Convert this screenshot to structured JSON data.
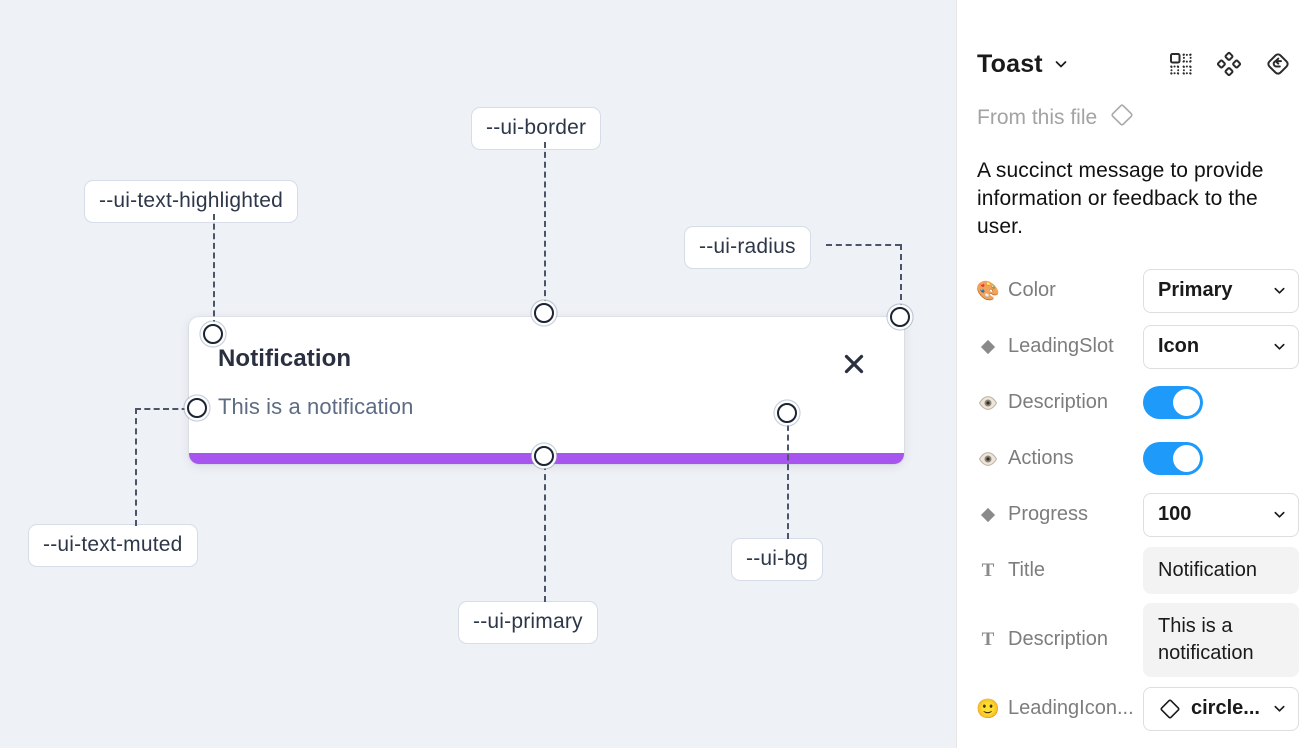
{
  "canvas": {
    "background_color": "#eef1f6",
    "toast": {
      "title": "Notification",
      "description": "This is a notification",
      "close_icon": "close-x-icon",
      "progress_color": "#a855f0",
      "background_color": "#ffffff"
    },
    "annotations": [
      {
        "id": "ui-text-highlighted",
        "label": "--ui-text-highlighted"
      },
      {
        "id": "ui-border",
        "label": "--ui-border"
      },
      {
        "id": "ui-radius",
        "label": "--ui-radius"
      },
      {
        "id": "ui-text-muted",
        "label": "--ui-text-muted"
      },
      {
        "id": "ui-primary",
        "label": "--ui-primary"
      },
      {
        "id": "ui-bg",
        "label": "--ui-bg"
      }
    ]
  },
  "panel": {
    "title": "Toast",
    "title_chevron_icon": "chevron-down-icon",
    "header_icons": [
      {
        "name": "component-grid-icon"
      },
      {
        "name": "variants-diamond-icon"
      },
      {
        "name": "reset-instance-icon"
      }
    ],
    "from_this_file": {
      "label": "From this file",
      "icon": "diamond-outline-icon"
    },
    "description": "A succinct message to provide information or feedback to the user.",
    "properties": [
      {
        "name": "Color",
        "glyph": "palette-emoji",
        "glyph_char": "🎨",
        "control": "select",
        "value": "Primary",
        "chevron_icon": "chevron-down-icon"
      },
      {
        "name": "LeadingSlot",
        "glyph": "diamond-filled-icon",
        "control": "select",
        "value": "Icon",
        "chevron_icon": "chevron-down-icon"
      },
      {
        "name": "Description",
        "glyph": "eye-emoji",
        "glyph_char": "👁",
        "control": "toggle",
        "value": "on",
        "accent_color": "#1e9bfa"
      },
      {
        "name": "Actions",
        "glyph": "eye-emoji",
        "glyph_char": "👁",
        "control": "toggle",
        "value": "on",
        "accent_color": "#1e9bfa"
      },
      {
        "name": "Progress",
        "glyph": "diamond-filled-icon",
        "control": "select",
        "value": "100",
        "chevron_icon": "chevron-down-icon"
      },
      {
        "name": "Title",
        "glyph": "text-t-icon",
        "glyph_char": "T",
        "control": "text",
        "value": "Notification"
      },
      {
        "name": "Description",
        "glyph": "text-t-icon",
        "glyph_char": "T",
        "control": "textarea",
        "value": "This is a notification"
      },
      {
        "name": "LeadingIcon...",
        "glyph": "smiley-emoji",
        "glyph_char": "🙂",
        "control": "select-icon",
        "value": "circle...",
        "value_icon": "diamond-outline-icon",
        "chevron_icon": "chevron-down-icon"
      }
    ]
  }
}
